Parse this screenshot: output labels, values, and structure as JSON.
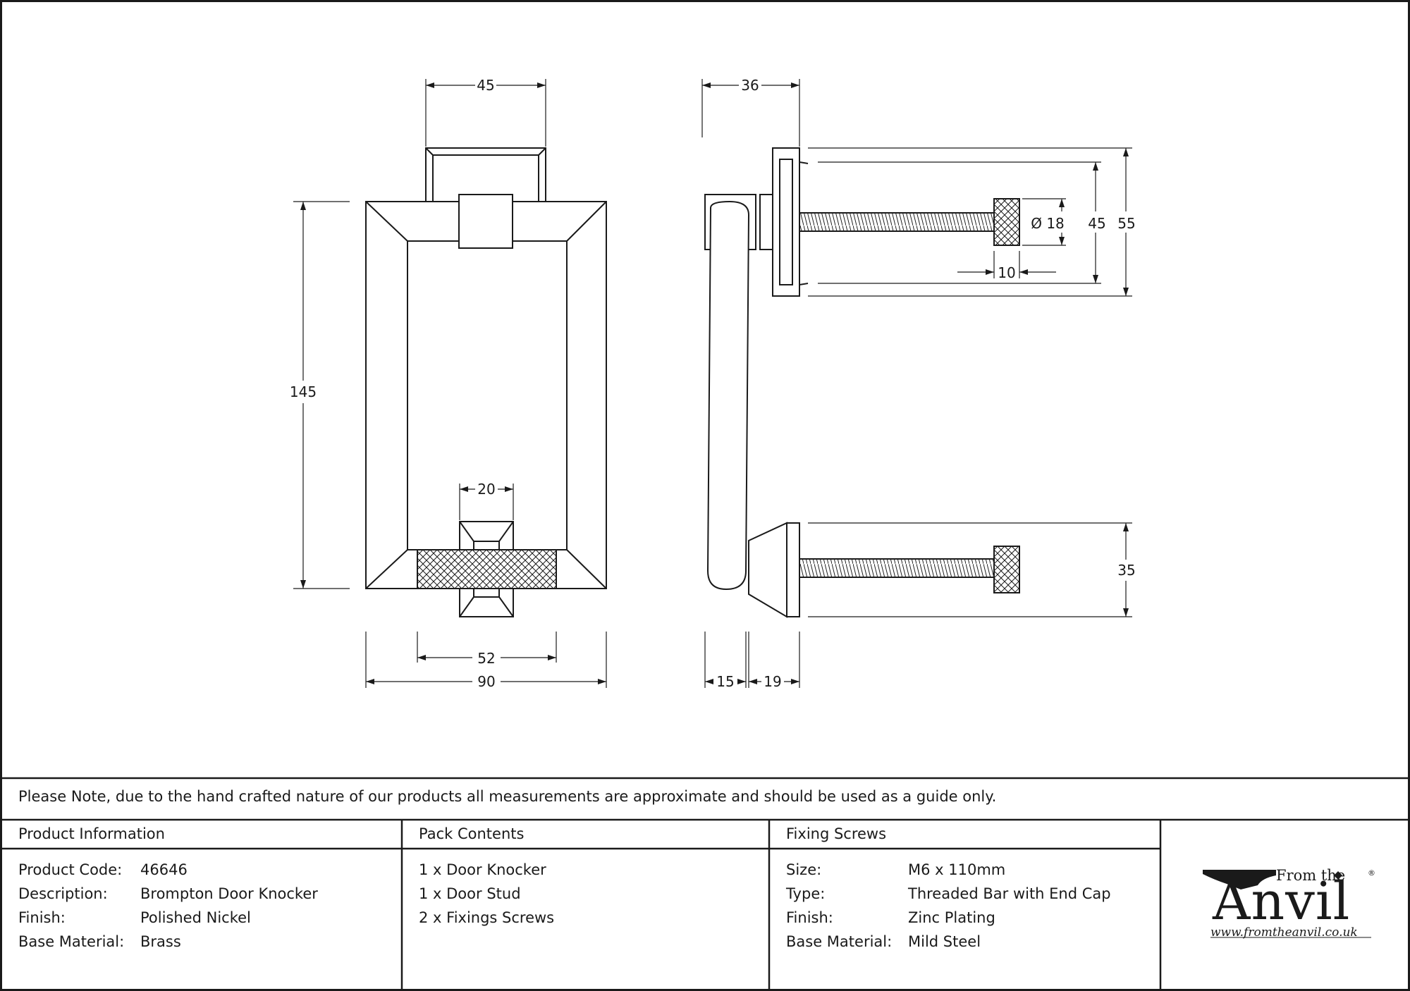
{
  "dimensions": {
    "front_width_top": "45",
    "front_height": "145",
    "front_striker_width": "20",
    "front_bar_width": "52",
    "front_total_width": "90",
    "side_top_depth": "36",
    "side_end_cap_dia": "Ø 18",
    "side_span_inner": "45",
    "side_span_outer": "55",
    "side_end_cap_len": "10",
    "side_stud_height": "35",
    "side_base_depth_a": "15",
    "side_base_depth_b": "19"
  },
  "note": "Please Note, due to the hand crafted nature of our products all measurements are approximate and should be used as a guide only.",
  "product_info": {
    "header": "Product Information",
    "rows": [
      {
        "label": "Product Code:",
        "value": "46646"
      },
      {
        "label": "Description:",
        "value": "Brompton Door Knocker"
      },
      {
        "label": "Finish:",
        "value": "Polished Nickel"
      },
      {
        "label": "Base Material:",
        "value": "Brass"
      }
    ]
  },
  "pack_contents": {
    "header": "Pack Contents",
    "items": [
      "1 x Door Knocker",
      "1 x Door Stud",
      "2 x Fixings Screws"
    ]
  },
  "fixing_screws": {
    "header": "Fixing Screws",
    "rows": [
      {
        "label": "Size:",
        "value": "M6 x 110mm"
      },
      {
        "label": "Type:",
        "value": "Threaded Bar with End Cap"
      },
      {
        "label": "Finish:",
        "value": "Zinc Plating"
      },
      {
        "label": "Base Material:",
        "value": "Mild Steel"
      }
    ]
  },
  "brand": {
    "from_the": "From the",
    "name": "Anvil",
    "registered": "®",
    "url": "www.fromtheanvil.co.uk"
  },
  "colors": {
    "line": "#1a1a1a",
    "background": "#ffffff"
  }
}
